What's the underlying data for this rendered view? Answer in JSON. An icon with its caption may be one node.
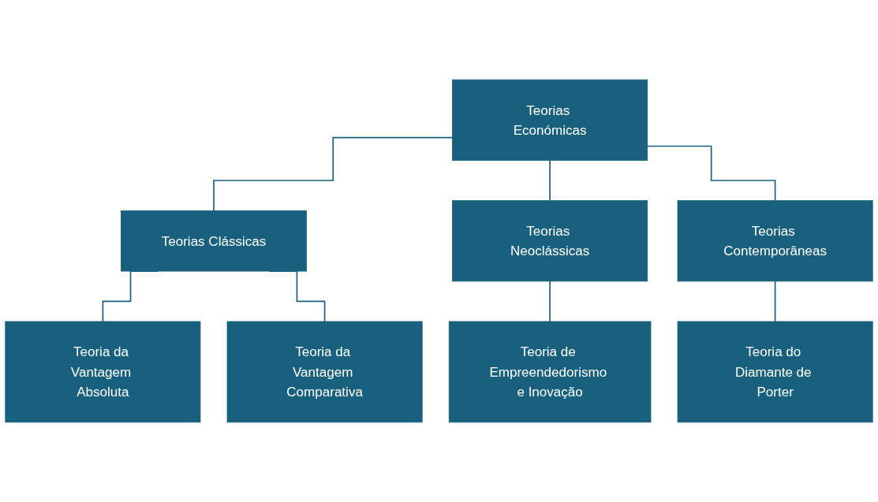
{
  "diagram": {
    "nodes": [
      {
        "text": [
          "Teorias Económicas"
        ]
      },
      {
        "text": [
          "Teorias Clássicas"
        ]
      },
      {
        "text": [
          "Teorias Neoclássicas"
        ]
      },
      {
        "text": [
          "Teorias Contemporâneas"
        ]
      },
      {
        "text": [
          "Teoria da Vantagem Absoluta"
        ]
      },
      {
        "text": [
          "Teoria da Vantagem Comparativa"
        ]
      },
      {
        "text": [
          "Teoria de Empreendedorismo e Inovação"
        ]
      },
      {
        "text": [
          "Teoria do Diamante de Porter"
        ]
      }
    ],
    "edges": [
      {
        "from": 0,
        "to": 1,
        "arrow": "none"
      },
      {
        "from": 0,
        "to": 2,
        "arrow": "none"
      },
      {
        "from": 0,
        "to": 3,
        "arrow": "none"
      },
      {
        "from": 1,
        "to": 4,
        "arrow": "none"
      },
      {
        "from": 1,
        "to": 5,
        "arrow": "none"
      },
      {
        "from": 2,
        "to": 6,
        "arrow": "none"
      },
      {
        "from": 3,
        "to": 7,
        "arrow": "none"
      }
    ]
  }
}
